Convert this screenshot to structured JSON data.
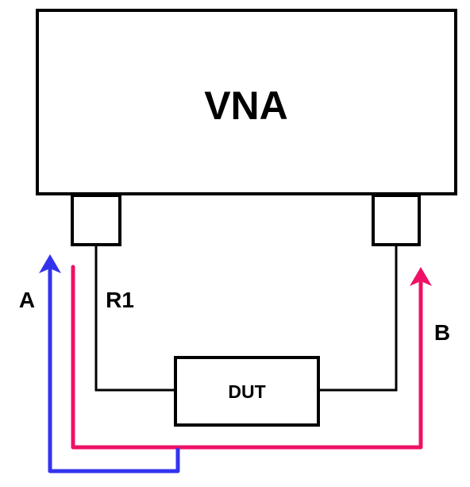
{
  "diagram": {
    "instrument_label": "VNA",
    "device_label": "DUT",
    "reference_label": "R1",
    "path_a_label": "A",
    "path_b_label": "B"
  },
  "colors": {
    "path_a": "#3333ee",
    "path_b": "#ee1166",
    "outline": "#000000"
  }
}
